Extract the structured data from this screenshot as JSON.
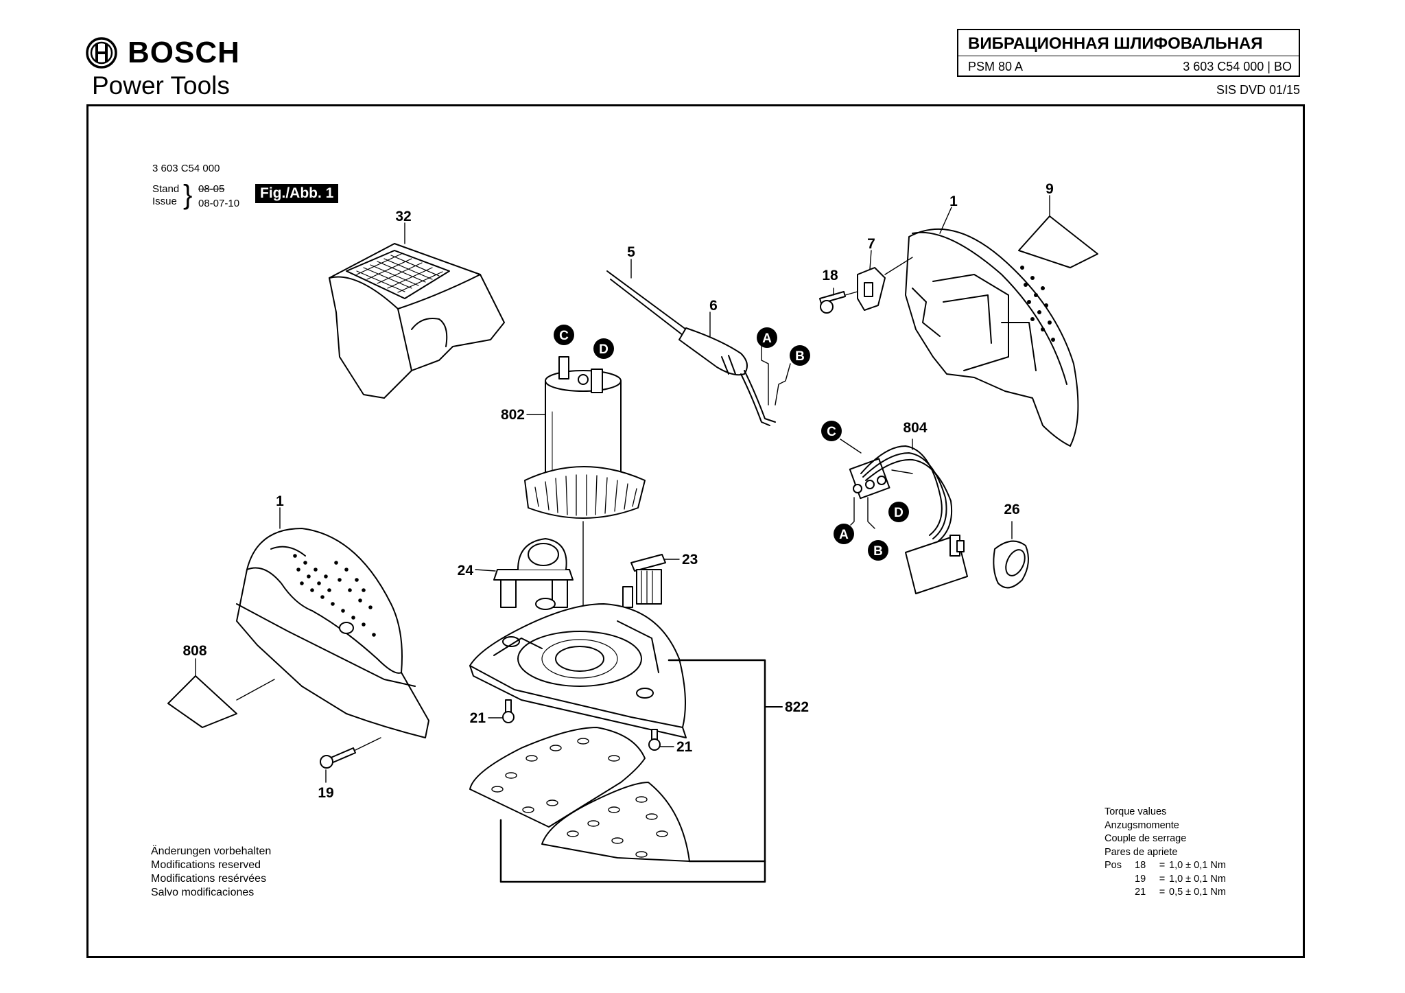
{
  "brand": {
    "name": "BOSCH",
    "sub": "Power Tools"
  },
  "title_block": {
    "title": "ВИБРАЦИОННАЯ ШЛИФОВАЛЬНАЯ",
    "model": "PSM 80 A",
    "part_number": "3 603 C54 000 | BO",
    "source": "SIS DVD 01/15"
  },
  "drawing": {
    "number": "3 603 C54 000",
    "stand_label": "Stand",
    "issue_label": "Issue",
    "old_date": "08-05",
    "issue_date": "08-07-10",
    "fig_label": "Fig./Abb. 1"
  },
  "callouts": {
    "p32": "32",
    "p5": "5",
    "p6": "6",
    "p1a": "1",
    "p9": "9",
    "p7": "7",
    "p18": "18",
    "p802": "802",
    "p804": "804",
    "p26": "26",
    "p1b": "1",
    "p808": "808",
    "p24": "24",
    "p23": "23",
    "p21a": "21",
    "p21b": "21",
    "p822": "822",
    "p19": "19"
  },
  "connectors": {
    "a": "A",
    "b": "B",
    "c": "C",
    "d": "D"
  },
  "notes": [
    "Änderungen vorbehalten",
    "Modifications reserved",
    "Modifications resérvées",
    "Salvo modificaciones"
  ],
  "torque": {
    "heading": [
      "Torque values",
      "Anzugsmomente",
      "Couple de serrage",
      "Pares de apriete"
    ],
    "pos_label": "Pos",
    "rows": [
      {
        "pos": "18",
        "eq": "=",
        "value": "1,0 ± 0,1 Nm"
      },
      {
        "pos": "19",
        "eq": "=",
        "value": "1,0 ± 0,1 Nm"
      },
      {
        "pos": "21",
        "eq": "=",
        "value": "0,5 ± 0,1 Nm"
      }
    ]
  }
}
